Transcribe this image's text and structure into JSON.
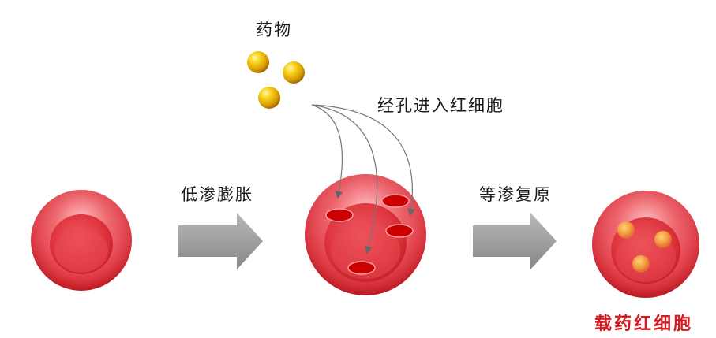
{
  "labels": {
    "drug": "药物",
    "pore_entry": "经孔进入红细胞",
    "hypotonic_swelling": "低渗膨胀",
    "isotonic_recovery": "等渗复原",
    "drug_loaded_rbc": "载药红细胞"
  },
  "colors": {
    "rbc_red": "#e8333d",
    "rbc_dark": "#c81d25",
    "pore": "#cc0000",
    "drug_gold": "#f2b400",
    "arrow_gray": "#9a9a9a",
    "accent_label": "#d6191f"
  },
  "icons": {
    "drug_particle": "gold-sphere-icon",
    "process_arrow": "gray-block-arrow-icon"
  }
}
